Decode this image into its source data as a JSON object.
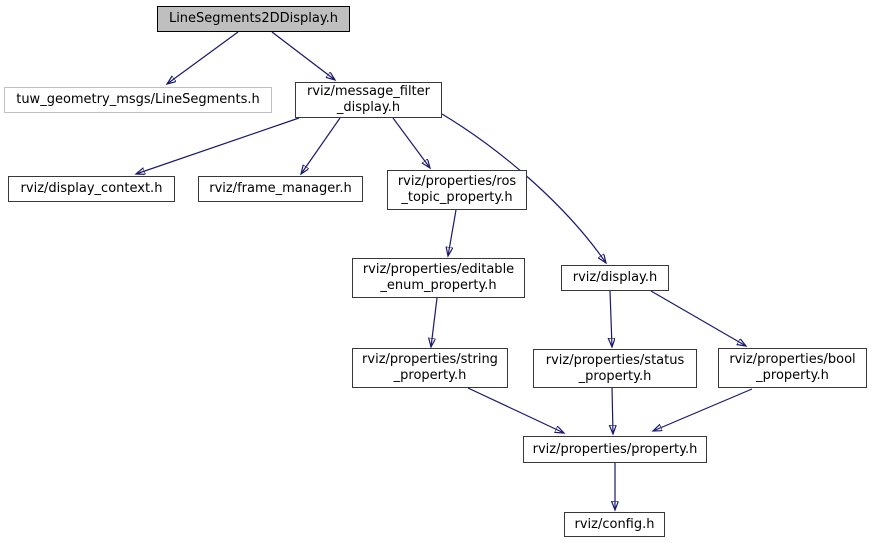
{
  "diagram": {
    "type": "include-dependency-graph",
    "root_file": "LineSegments2DDisplay.h",
    "nodes": [
      {
        "id": "root",
        "label": "LineSegments2DDisplay.h"
      },
      {
        "id": "tuw",
        "label": "tuw_geometry_msgs/LineSegments.h"
      },
      {
        "id": "message_filter",
        "label": "rviz/message_filter\n_display.h"
      },
      {
        "id": "display_context",
        "label": "rviz/display_context.h"
      },
      {
        "id": "frame_manager",
        "label": "rviz/frame_manager.h"
      },
      {
        "id": "ros_topic",
        "label": "rviz/properties/ros\n_topic_property.h"
      },
      {
        "id": "editable_enum",
        "label": "rviz/properties/editable\n_enum_property.h"
      },
      {
        "id": "display",
        "label": "rviz/display.h"
      },
      {
        "id": "string_property",
        "label": "rviz/properties/string\n_property.h"
      },
      {
        "id": "status_property",
        "label": "rviz/properties/status\n_property.h"
      },
      {
        "id": "bool_property",
        "label": "rviz/properties/bool\n_property.h"
      },
      {
        "id": "property",
        "label": "rviz/properties/property.h"
      },
      {
        "id": "config",
        "label": "rviz/config.h"
      }
    ],
    "edges": [
      {
        "from": "LineSegments2DDisplay.h",
        "to": "tuw_geometry_msgs/LineSegments.h"
      },
      {
        "from": "LineSegments2DDisplay.h",
        "to": "rviz/message_filter_display.h"
      },
      {
        "from": "rviz/message_filter_display.h",
        "to": "rviz/display_context.h"
      },
      {
        "from": "rviz/message_filter_display.h",
        "to": "rviz/frame_manager.h"
      },
      {
        "from": "rviz/message_filter_display.h",
        "to": "rviz/properties/ros_topic_property.h"
      },
      {
        "from": "rviz/message_filter_display.h",
        "to": "rviz/display.h"
      },
      {
        "from": "rviz/properties/ros_topic_property.h",
        "to": "rviz/properties/editable_enum_property.h"
      },
      {
        "from": "rviz/properties/editable_enum_property.h",
        "to": "rviz/properties/string_property.h"
      },
      {
        "from": "rviz/display.h",
        "to": "rviz/properties/status_property.h"
      },
      {
        "from": "rviz/display.h",
        "to": "rviz/properties/bool_property.h"
      },
      {
        "from": "rviz/properties/string_property.h",
        "to": "rviz/properties/property.h"
      },
      {
        "from": "rviz/properties/status_property.h",
        "to": "rviz/properties/property.h"
      },
      {
        "from": "rviz/properties/bool_property.h",
        "to": "rviz/properties/property.h"
      },
      {
        "from": "rviz/properties/property.h",
        "to": "rviz/config.h"
      }
    ]
  },
  "colors": {
    "edge": "#191970",
    "node_border": "#383838",
    "root_fill": "#bfbfbf",
    "root_border": "#000000",
    "external_border": "#bfbfbf",
    "background": "#ffffff",
    "text": "#000000"
  }
}
